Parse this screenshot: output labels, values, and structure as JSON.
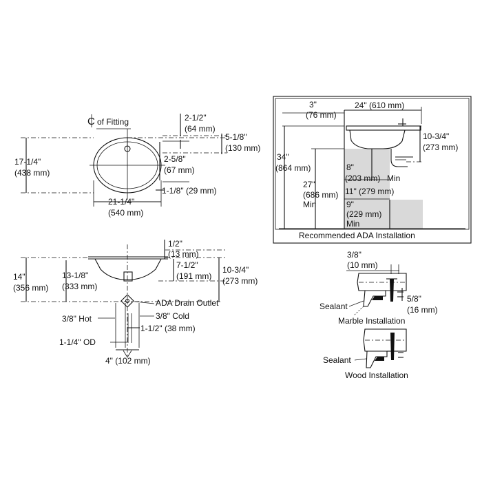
{
  "top_view": {
    "centerline_label": "of Fitting",
    "d1_in": "2-1/2\"",
    "d1_mm": "(64 mm)",
    "d2_in": "5-1/8\"",
    "d2_mm": "(130 mm)",
    "d3_in": "17-1/4\"",
    "d3_mm": "(438 mm)",
    "d4_in": "2-5/8\"",
    "d4_mm": "(67 mm)",
    "d5": "1-1/8\" (29 mm)",
    "d6_in": "21-1/4\"",
    "d6_mm": "(540 mm)"
  },
  "side_view": {
    "d1_in": "1/2\"",
    "d1_mm": "(13 mm)",
    "d2_in": "7-1/2\"",
    "d2_mm": "(191 mm)",
    "d3_in": "10-3/4\"",
    "d3_mm": "(273 mm)",
    "d4_in": "14\"",
    "d4_mm": "(356 mm)",
    "d5_in": "13-1/8\"",
    "d5_mm": "(333 mm)",
    "drain_label": "ADA Drain Outlet",
    "hot_label": "3/8\" Hot",
    "cold_label": "3/8\" Cold",
    "d6": "1-1/2\" (38 mm)",
    "od_label": "1-1/4\" OD",
    "d7": "4\" (102 mm)"
  },
  "ada": {
    "d1_in": "3\"",
    "d1_mm": "(76 mm)",
    "d2": "24\" (610 mm)",
    "d3_in": "10-3/4\"",
    "d3_mm": "(273 mm)",
    "d4_in": "34\"",
    "d4_mm": "(864 mm)",
    "d5_in": "8\"",
    "d5_mm": "(203 mm)",
    "d5_min": "Min",
    "d6_in": "27\"",
    "d6_mm": "(686 mm)",
    "d6_min": "Min",
    "d7": "11\" (279 mm)",
    "d8_in": "9\"",
    "d8_mm": "(229 mm)",
    "d8_min": "Min",
    "caption": "Recommended ADA Installation"
  },
  "marble": {
    "d1_in": "3/8\"",
    "d1_mm": "(10 mm)",
    "sealant": "Sealant",
    "d2_in": "5/8\"",
    "d2_mm": "(16 mm)",
    "caption": "Marble Installation"
  },
  "wood": {
    "sealant": "Sealant",
    "caption": "Wood Installation"
  }
}
